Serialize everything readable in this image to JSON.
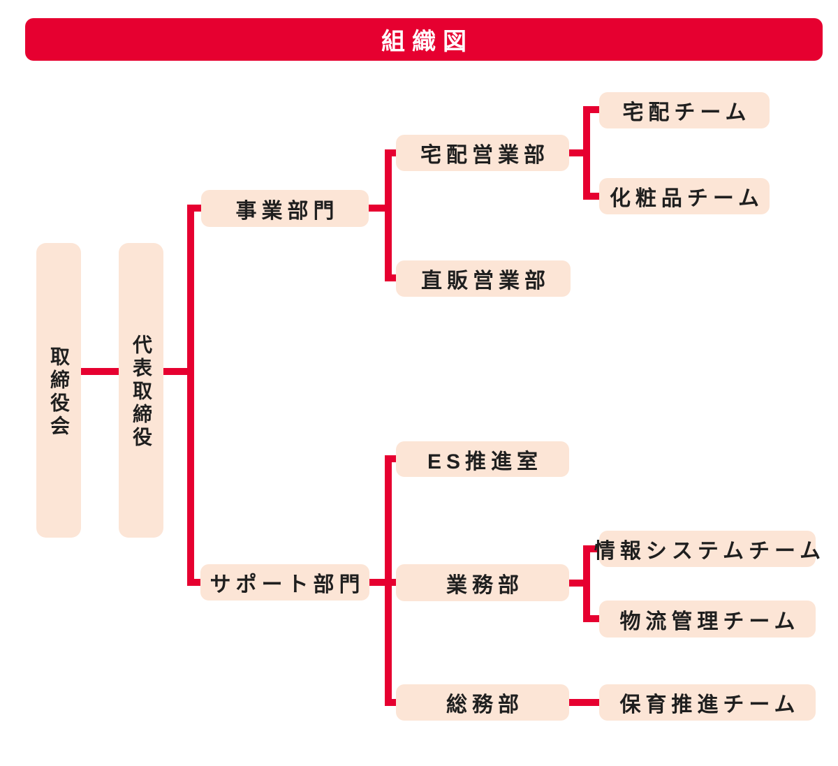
{
  "title": "組織図",
  "colors": {
    "accent_red": "#e60030",
    "box_fill": "#fce5d6",
    "text_dark": "#1f1f1f",
    "title_text": "#ffffff",
    "background": "#ffffff"
  },
  "nodes": {
    "board": "取締役会",
    "ceo": "代表取締役",
    "business_division": "事業部門",
    "delivery_sales_dept": "宅配営業部",
    "delivery_team": "宅配チーム",
    "cosmetics_team": "化粧品チーム",
    "direct_sales_dept": "直販営業部",
    "support_division": "サポート部門",
    "es_promotion_office": "ES推進室",
    "operations_dept": "業務部",
    "info_systems_team": "情報システムチーム",
    "logistics_mgmt_team": "物流管理チーム",
    "general_affairs_dept": "総務部",
    "childcare_promotion_team": "保育推進チーム"
  },
  "hierarchy_edges": [
    [
      "board",
      "ceo"
    ],
    [
      "ceo",
      "business_division"
    ],
    [
      "ceo",
      "support_division"
    ],
    [
      "business_division",
      "delivery_sales_dept"
    ],
    [
      "business_division",
      "direct_sales_dept"
    ],
    [
      "delivery_sales_dept",
      "delivery_team"
    ],
    [
      "delivery_sales_dept",
      "cosmetics_team"
    ],
    [
      "support_division",
      "es_promotion_office"
    ],
    [
      "support_division",
      "operations_dept"
    ],
    [
      "support_division",
      "general_affairs_dept"
    ],
    [
      "operations_dept",
      "info_systems_team"
    ],
    [
      "operations_dept",
      "logistics_mgmt_team"
    ],
    [
      "general_affairs_dept",
      "childcare_promotion_team"
    ]
  ]
}
